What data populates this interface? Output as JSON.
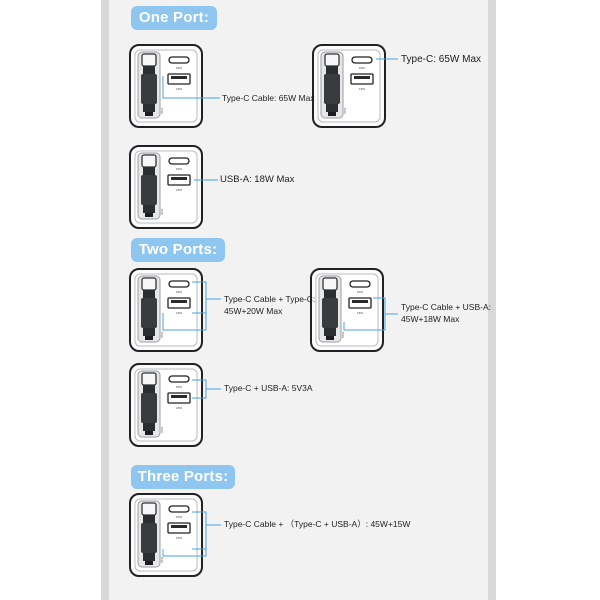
{
  "sections": {
    "one_port": "One Port:",
    "two_ports": "Two Ports:",
    "three_ports": "Three Ports:"
  },
  "device": {
    "port_c_label": "65W",
    "port_a_label": "18W",
    "side_label": "65W"
  },
  "labels": {
    "typec_cable_65w": "Type-C Cable: 65W Max",
    "typec_65w": "Type-C: 65W Max",
    "usba_18w": "USB-A: 18W Max",
    "cable_typec_line1": "Type-C Cable + Type-C:",
    "cable_typec_line2": "45W+20W Max",
    "cable_usba_line1": "Type-C Cable + USB-A:",
    "cable_usba_line2": "45W+18W Max",
    "typec_usba": "Type-C + USB-A:  5V3A",
    "three_ports": "Type-C Cable +  （Type-C + USB-A）: 45W+15W"
  },
  "colors": {
    "accent": "#8ec6ef",
    "line": "#4aa3df",
    "panel": "#f2f2f3",
    "side_bar": "#d7d8da"
  }
}
